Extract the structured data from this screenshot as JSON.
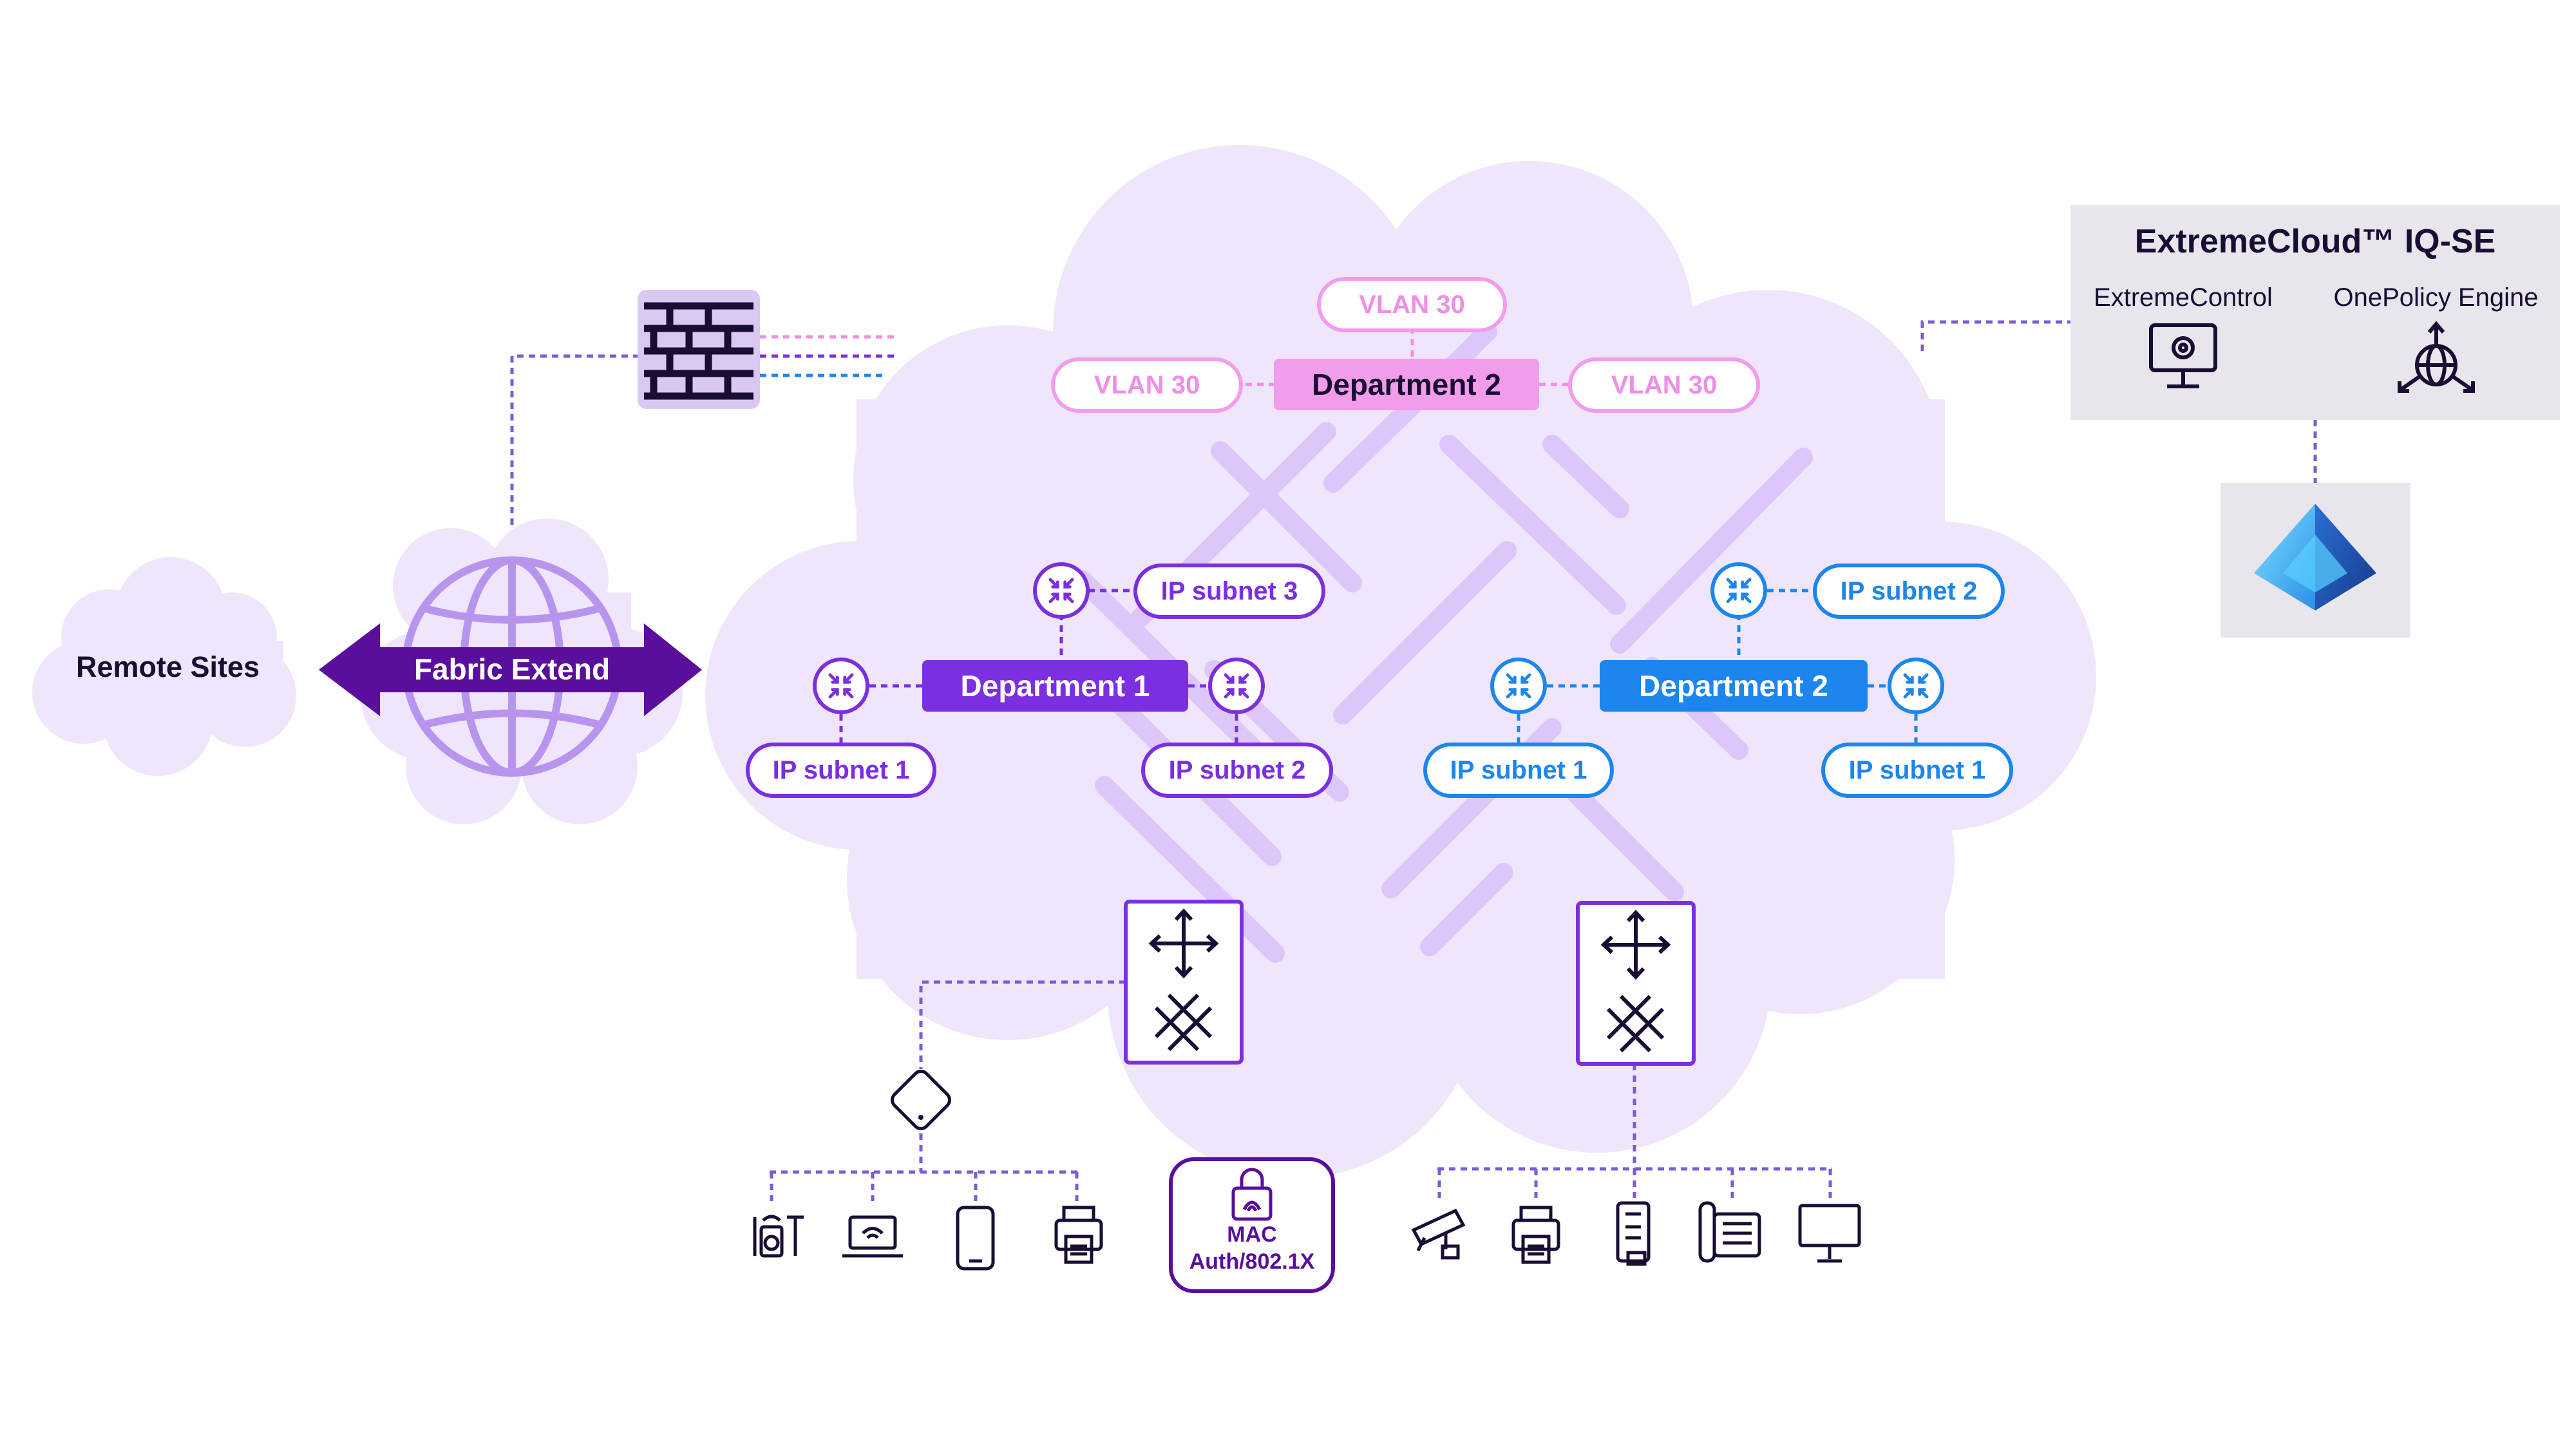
{
  "remote_sites": {
    "label": "Remote Sites"
  },
  "fabric_extend": {
    "label": "Fabric Extend"
  },
  "top_segment": {
    "department": "Department 2",
    "vlans": [
      "VLAN 30",
      "VLAN 30",
      "VLAN 30"
    ]
  },
  "left_segment": {
    "department": "Department 1",
    "subnets": [
      "IP subnet 3",
      "IP subnet 1",
      "IP subnet 2"
    ]
  },
  "right_segment": {
    "department": "Department 2",
    "subnets": [
      "IP subnet 2",
      "IP subnet 1",
      "IP subnet 1"
    ]
  },
  "management": {
    "title": "ExtremeCloud™ IQ-SE",
    "extreme_control": "ExtremeControl",
    "onepolicy": "OnePolicy Engine"
  },
  "auth": {
    "line1": "MAC",
    "line2": "Auth/802.1X"
  },
  "icons": {
    "firewall": "firewall-icon",
    "globe": "globe-icon",
    "switch": "fabric-switch-icon",
    "access_point": "access-point-icon",
    "lock": "fingerprint-lock-icon",
    "azure": "azure-ad-icon"
  },
  "colors": {
    "cloud": "#f0e6fc",
    "pink": "#f29cec",
    "purple": "#7b2fe0",
    "blue": "#1c86ee",
    "dark_purple": "#5a0f9c",
    "navy": "#1a0d33"
  }
}
